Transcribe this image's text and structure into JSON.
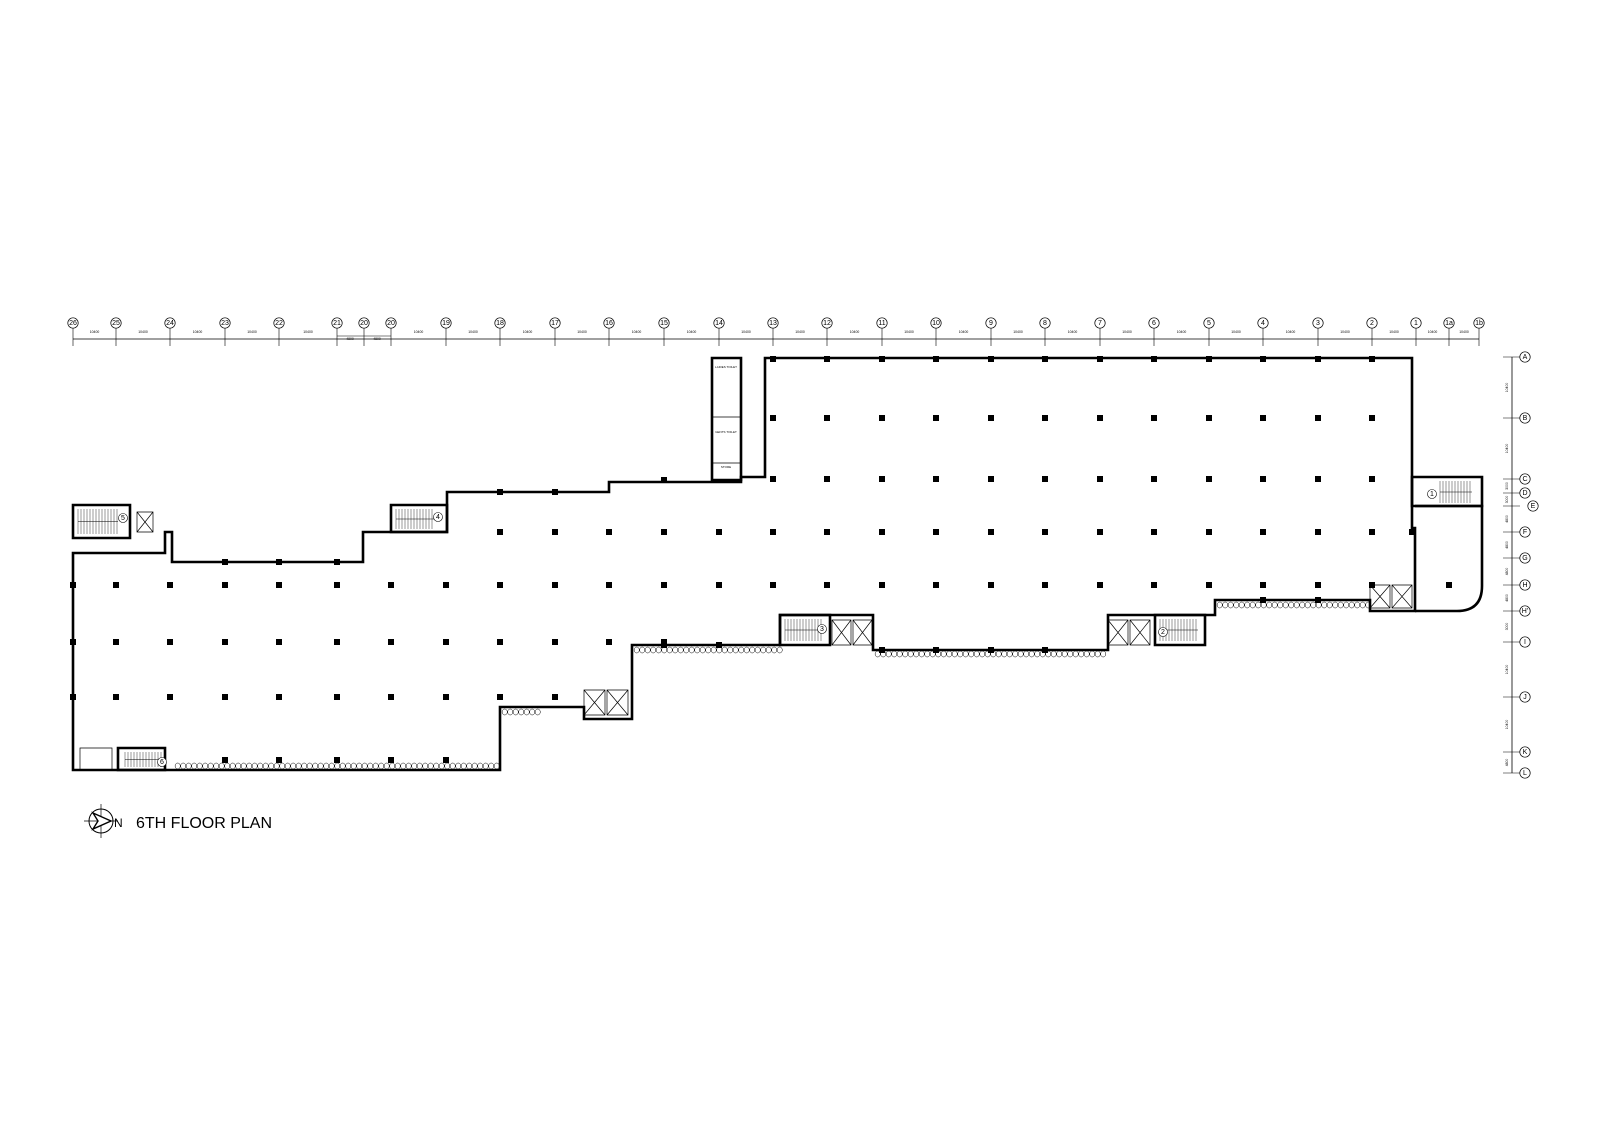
{
  "title": "6TH FLOOR PLAN",
  "north_label": "N",
  "grid_columns": [
    "26",
    "25",
    "24",
    "23",
    "22",
    "21",
    "20",
    "20",
    "19",
    "18",
    "17",
    "16",
    "15",
    "14",
    "13",
    "12",
    "11",
    "10",
    "9",
    "8",
    "7",
    "6",
    "5",
    "4",
    "3",
    "2",
    "1",
    "1a",
    "1b"
  ],
  "grid_rows": [
    "A",
    "B",
    "C",
    "D",
    "E",
    "F",
    "G",
    "H",
    "H'",
    "I",
    "J",
    "K",
    "L"
  ],
  "column_dims": [
    "10400",
    "10400",
    "10400",
    "10400",
    "10400",
    "4800",
    "4800",
    "10400",
    "10400",
    "10400",
    "10400",
    "10400",
    "10400",
    "10400",
    "10400",
    "10400",
    "10400",
    "10400",
    "10400",
    "10400",
    "10400",
    "10400",
    "10400",
    "10400",
    "10400",
    "10400",
    "10400",
    "10400"
  ],
  "row_dims": [
    "10400",
    "10400",
    "3000",
    "3000",
    "4800",
    "4800",
    "4800",
    "4800",
    "3000",
    "10400",
    "10400",
    "4800"
  ],
  "sub_dims": [
    "4800",
    "4800"
  ],
  "stair_labels": [
    "1",
    "2",
    "3",
    "4",
    "5",
    "6"
  ],
  "room_labels": [
    "LADIES TOILET",
    "GENTS TOILET",
    "STORE"
  ]
}
